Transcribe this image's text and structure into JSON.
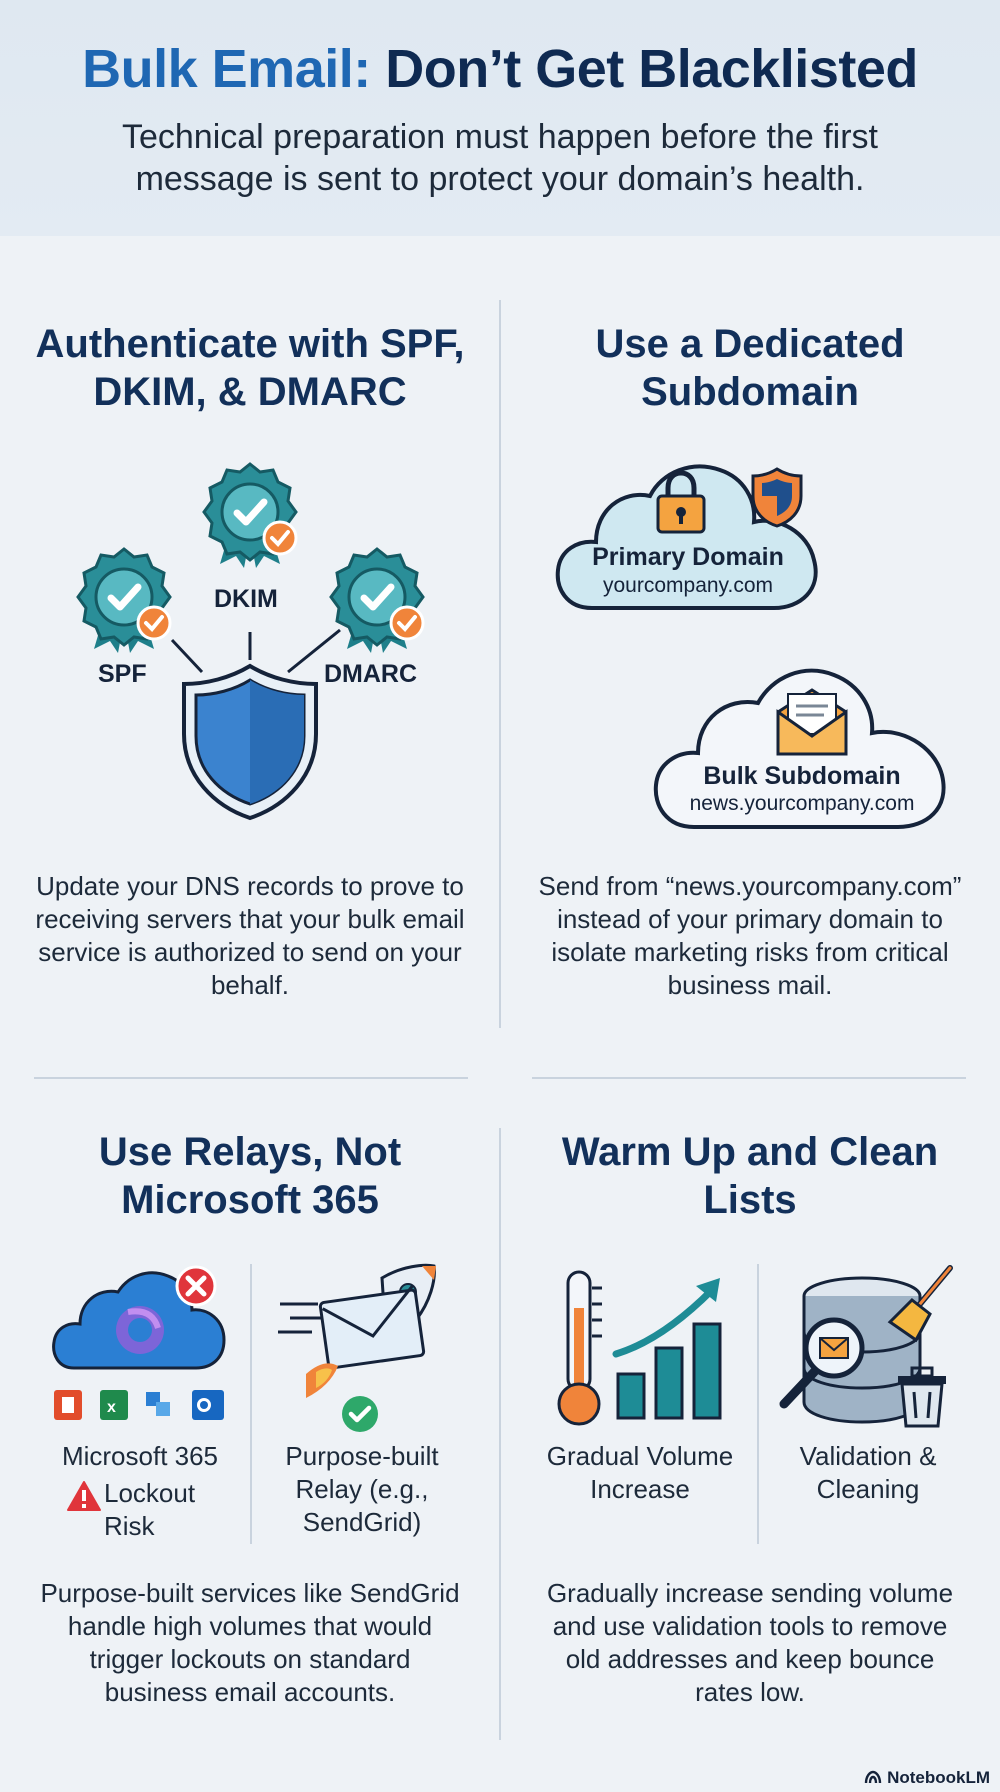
{
  "header": {
    "title_accent": "Bulk Email:",
    "title_rest": "Don’t Get Blacklisted",
    "subtitle": "Technical preparation must happen before the first message is sent to protect your domain’s health."
  },
  "sections": {
    "auth": {
      "title": "Authenticate with SPF, DKIM, & DMARC",
      "badges": [
        "SPF",
        "DKIM",
        "DMARC"
      ],
      "body": "Update your DNS records to prove to receiving servers that your bulk email service is authorized to send on your behalf."
    },
    "subdomain": {
      "title": "Use a Dedicated Subdomain",
      "primary_title": "Primary Domain",
      "primary_url": "yourcompany.com",
      "bulk_title": "Bulk Subdomain",
      "bulk_url": "news.yourcompany.com",
      "body": "Send from “news.yourcompany.com” instead of your primary domain to isolate marketing risks from critical business mail."
    },
    "relays": {
      "title": "Use Relays, Not Microsoft 365",
      "ms_label": "Microsoft 365",
      "lockout_label": "Lockout Risk",
      "relay_label": "Purpose-built Relay (e.g., SendGrid)",
      "body": "Purpose-built services like SendGrid handle high volumes that would trigger lockouts on standard business email accounts."
    },
    "warmup": {
      "title": "Warm Up and Clean Lists",
      "volume_label": "Gradual Volume Increase",
      "clean_label": "Validation & Cleaning",
      "body": "Gradually increase sending volume and use validation tools to remove old addresses and keep bounce rates low."
    }
  },
  "footer": {
    "brand": "NotebookLM"
  },
  "colors": {
    "navy": "#12305a",
    "accent_blue": "#1f67b3",
    "teal": "#1e8c96",
    "orange": "#f0843a",
    "green": "#2ea86a",
    "red": "#e0353b"
  },
  "icons": [
    "rosette-check-icon",
    "shield-icon",
    "cloud-lock-icon",
    "shield-badge-icon",
    "cloud-envelope-icon",
    "cloud-x-icon",
    "office-apps-icon",
    "rocket-envelope-icon",
    "check-circle-icon",
    "warning-icon",
    "thermometer-icon",
    "bar-chart-up-icon",
    "database-search-icon",
    "broom-icon",
    "trash-icon",
    "notebooklm-logo-icon"
  ]
}
